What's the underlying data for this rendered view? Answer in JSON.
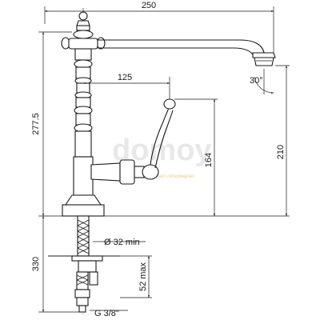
{
  "watermark": {
    "brand": "domoy",
    "tagline": "интернет-гипермаркет"
  },
  "dimensions": {
    "spout_reach": "250",
    "total_height": "277.5",
    "handle_offset": "125",
    "rotation_angle": "30°",
    "lever_height": "164",
    "spout_height": "210",
    "overall_height": "330",
    "hole_diameter": "Ø 32 min",
    "max_thickness": "52 max",
    "thread": "G 3/8\""
  },
  "colors": {
    "line": "#1a1a1a",
    "watermark": "#d6d6d6",
    "background": "#ffffff"
  }
}
